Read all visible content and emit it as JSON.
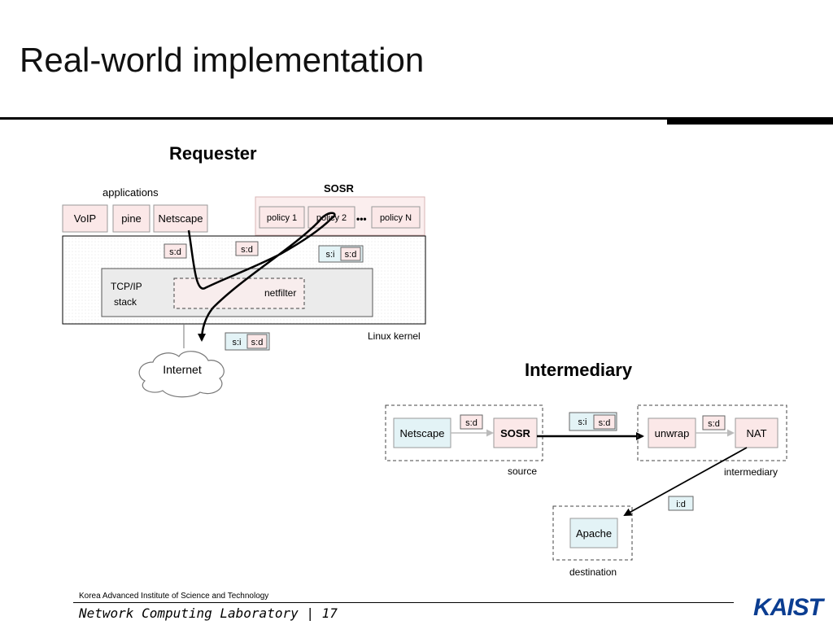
{
  "slide": {
    "title": "Real-world implementation",
    "footer_org": "Korea Advanced Institute of Science and Technology",
    "footer_lab": "Network Computing Laboratory | 17",
    "logo": "KAIST"
  },
  "requester": {
    "heading": "Requester",
    "applications_label": "applications",
    "apps": [
      "VoIP",
      "pine",
      "Netscape"
    ],
    "sosr_label": "SOSR",
    "policies": [
      "policy 1",
      "policy 2",
      "policy N"
    ],
    "ellipsis": "•••",
    "tag_sd_left": "s:d",
    "tag_sd_mid": "s:d",
    "tag_si_top_a": "s:i",
    "tag_si_top_b": "s:d",
    "tcpip_line1": "TCP/IP",
    "tcpip_line2": "stack",
    "netfilter": "netfilter",
    "linux_kernel": "Linux kernel",
    "tag_si_bottom_a": "s:i",
    "tag_si_bottom_b": "s:d",
    "internet": "Internet"
  },
  "intermediary": {
    "heading": "Intermediary",
    "netscape": "Netscape",
    "tag_source": "s:d",
    "sosr": "SOSR",
    "source_label": "source",
    "tag_link_a": "s:i",
    "tag_link_b": "s:d",
    "unwrap": "unwrap",
    "tag_inter": "s:d",
    "nat": "NAT",
    "intermediary_label": "intermediary",
    "tag_dest": "i:d",
    "apache": "Apache",
    "destination_label": "destination"
  },
  "colors": {
    "app_pink": "#fbe8e8",
    "app_blue": "#e3f3f6",
    "kernel_gray": "#ebebeb",
    "kaist_blue": "#0b3d91"
  }
}
